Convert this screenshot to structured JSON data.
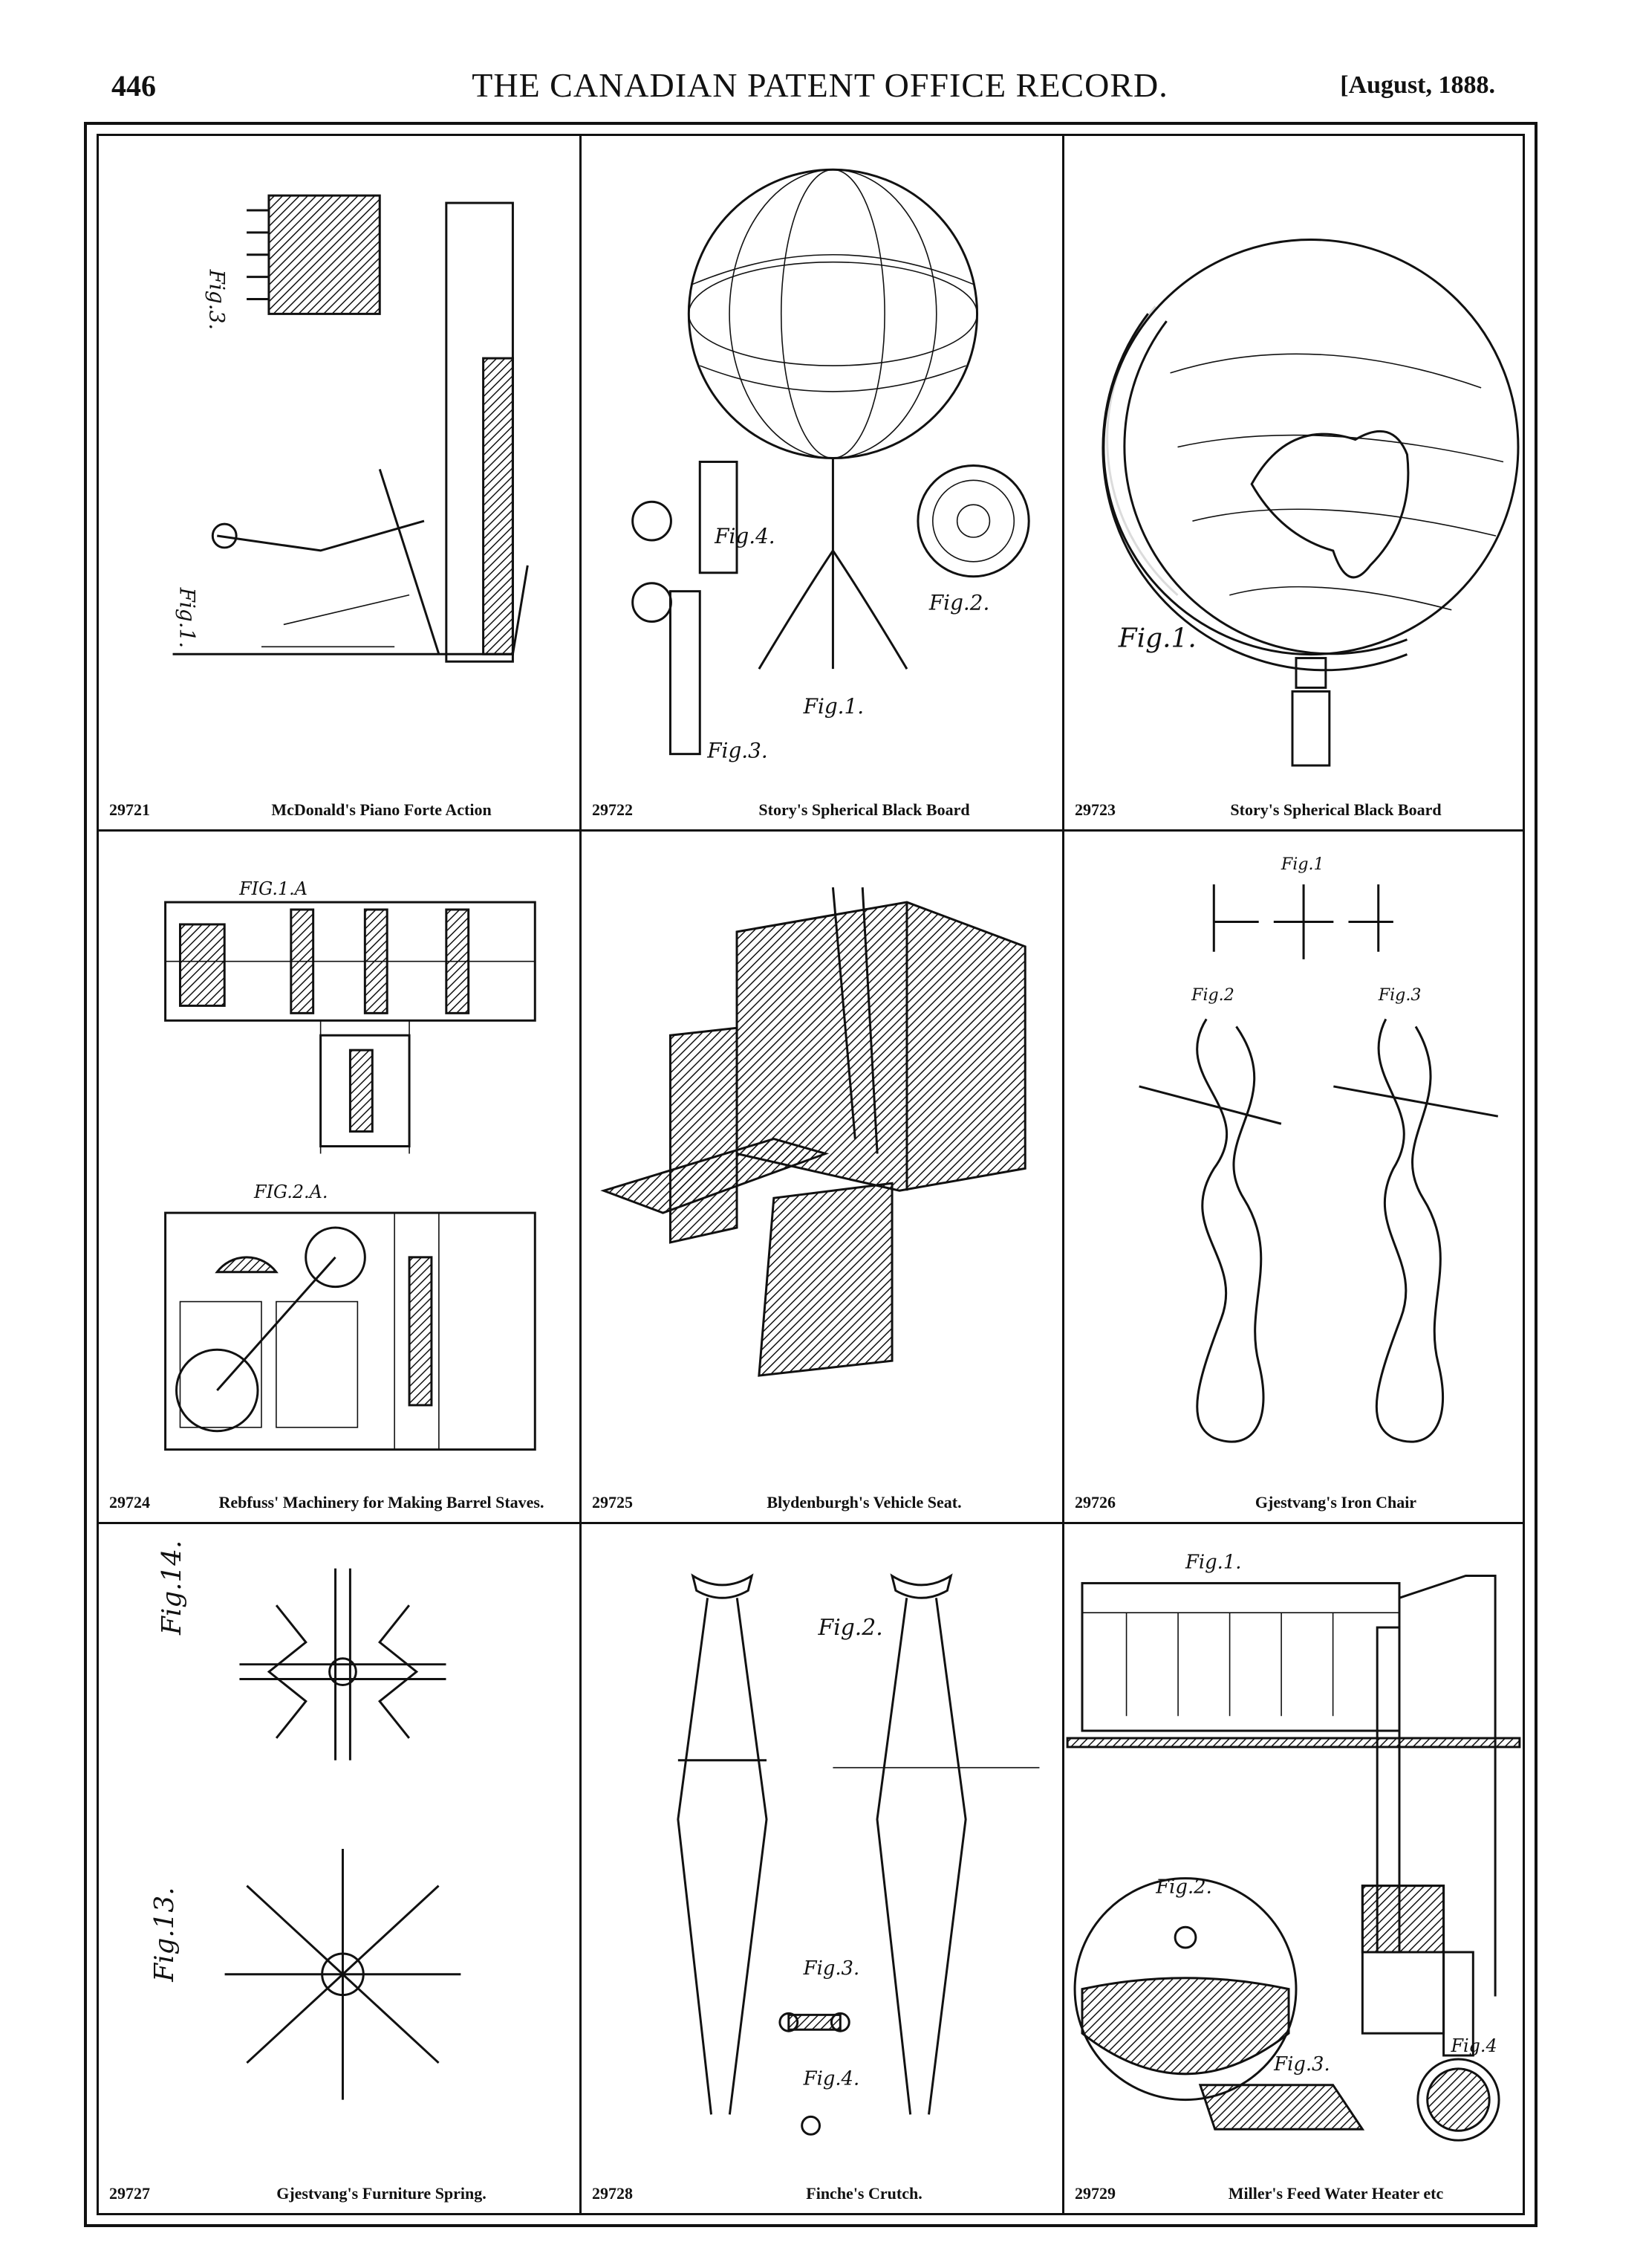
{
  "header": {
    "page_number": "446",
    "journal_title": "THE CANADIAN PATENT OFFICE RECORD.",
    "issue_date": "[August, 1888."
  },
  "patents": [
    {
      "number": "29721",
      "title": "McDonald's Piano Forte Action",
      "figures": [
        "Fig.3.",
        "Fig.1."
      ]
    },
    {
      "number": "29722",
      "title": "Story's Spherical Black Board",
      "figures": [
        "Fig.4.",
        "Fig.2.",
        "Fig.1.",
        "Fig.3."
      ]
    },
    {
      "number": "29723",
      "title": "Story's Spherical Black Board",
      "figures": [
        "Fig.1."
      ]
    },
    {
      "number": "29724",
      "title": "Rebfuss' Machinery for Making Barrel Staves.",
      "figures": [
        "FIG.1.A",
        "FIG.2.A."
      ]
    },
    {
      "number": "29725",
      "title": "Blydenburgh's Vehicle Seat.",
      "figures": []
    },
    {
      "number": "29726",
      "title": "Gjestvang's Iron Chair",
      "figures": [
        "Fig.1",
        "Fig.2",
        "Fig.3"
      ]
    },
    {
      "number": "29727",
      "title": "Gjestvang's Furniture Spring.",
      "figures": [
        "Fig.14.",
        "Fig.13."
      ]
    },
    {
      "number": "29728",
      "title": "Finche's Crutch.",
      "figures": [
        "Fig.2.",
        "Fig.3.",
        "Fig.4."
      ]
    },
    {
      "number": "29729",
      "title": "Miller's Feed Water Heater etc",
      "figures": [
        "Fig.1.",
        "Fig.2.",
        "Fig.3.",
        "Fig.4"
      ]
    }
  ]
}
